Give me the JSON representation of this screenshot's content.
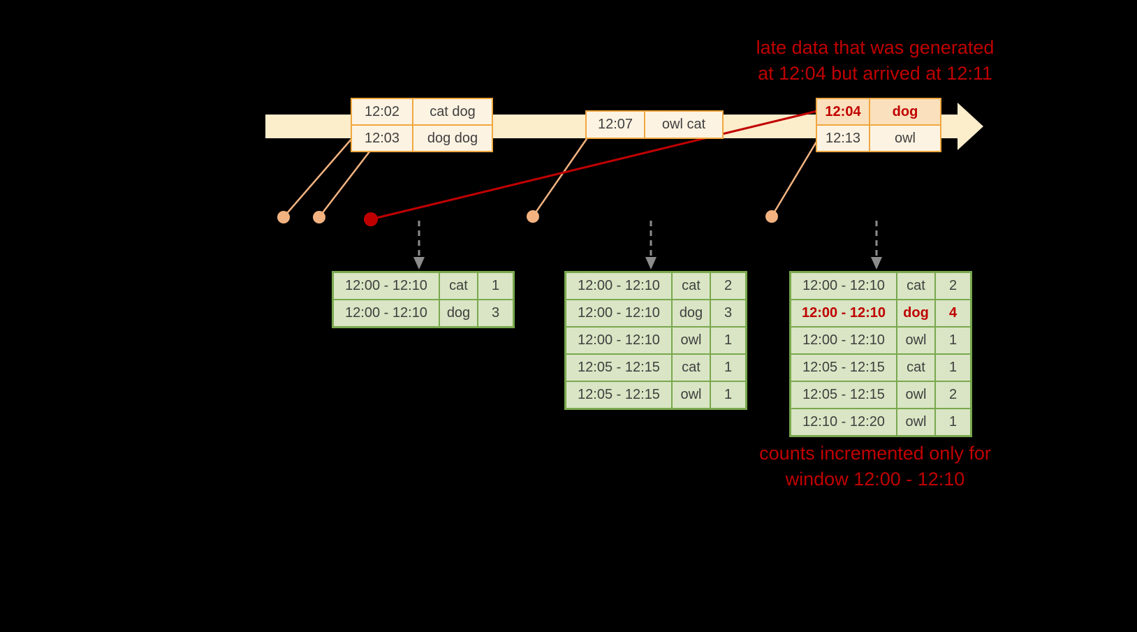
{
  "colors": {
    "background": "#000000",
    "timeline_fill": "#FCEDCB",
    "event_border": "#F0A73F",
    "event_fill": "#FDF3E2",
    "late_event_fill": "#FAE0BC",
    "accent_red": "#C00000",
    "connector_salmon": "#F2B381",
    "dashed_arrow_gray": "#8C8C8C",
    "result_fill": "#D9E5C4",
    "result_border": "#79A84E",
    "text_dark": "#3F3F3F"
  },
  "annotations": {
    "late_note": [
      "late data that was generated",
      "at 12:04 but arrived at 12:11"
    ],
    "counts_note": [
      "counts incremented only for",
      "window 12:00 - 12:10"
    ]
  },
  "events": {
    "batch1": [
      {
        "time": "12:02",
        "words": "cat dog"
      },
      {
        "time": "12:03",
        "words": "dog dog"
      }
    ],
    "batch2": [
      {
        "time": "12:07",
        "words": "owl cat"
      }
    ],
    "batch3": [
      {
        "time": "12:04",
        "words": "dog"
      },
      {
        "time": "12:13",
        "words": "owl"
      }
    ]
  },
  "results": {
    "t1": [
      {
        "window": "12:00 - 12:10",
        "word": "cat",
        "count": "1"
      },
      {
        "window": "12:00 - 12:10",
        "word": "dog",
        "count": "3"
      }
    ],
    "t2": [
      {
        "window": "12:00 - 12:10",
        "word": "cat",
        "count": "2"
      },
      {
        "window": "12:00 - 12:10",
        "word": "dog",
        "count": "3"
      },
      {
        "window": "12:00 - 12:10",
        "word": "owl",
        "count": "1"
      },
      {
        "window": "12:05 - 12:15",
        "word": "cat",
        "count": "1"
      },
      {
        "window": "12:05 - 12:15",
        "word": "owl",
        "count": "1"
      }
    ],
    "t3": [
      {
        "window": "12:00 - 12:10",
        "word": "cat",
        "count": "2"
      },
      {
        "window": "12:00 - 12:10",
        "word": "dog",
        "count": "4"
      },
      {
        "window": "12:00 - 12:10",
        "word": "owl",
        "count": "1"
      },
      {
        "window": "12:05 - 12:15",
        "word": "cat",
        "count": "1"
      },
      {
        "window": "12:05 - 12:15",
        "word": "owl",
        "count": "2"
      },
      {
        "window": "12:10 - 12:20",
        "word": "owl",
        "count": "1"
      }
    ]
  }
}
